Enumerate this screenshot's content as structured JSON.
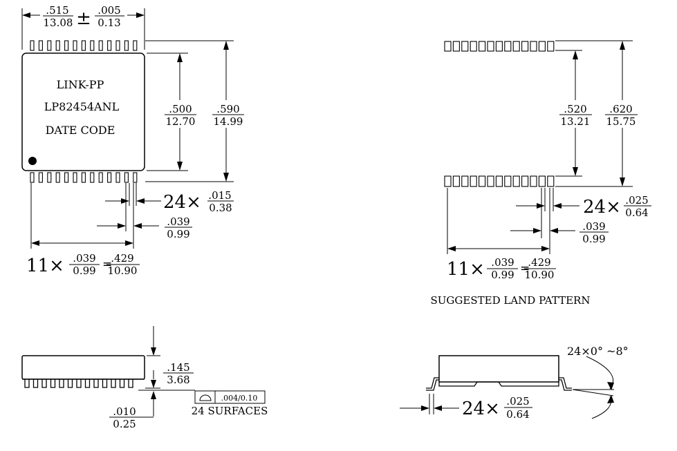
{
  "top_view": {
    "width_in": ".515",
    "width_pm": "±",
    "width_tol_in": ".005",
    "width_mm": "13.08",
    "width_tol_mm": "0.13",
    "marking_line1": "LINK-PP",
    "marking_line2": "LP82454ANL",
    "marking_line3": "DATE CODE",
    "body_height_in": ".500",
    "body_height_mm": "12.70",
    "overall_height_in": ".590",
    "overall_height_mm": "14.99",
    "pin_width_mult": "24×",
    "pin_width_in": ".015",
    "pin_width_mm": "0.38",
    "pitch_in": ".039",
    "pitch_mm": "0.99",
    "span_mult": "11×",
    "span_pitch_in": ".039",
    "span_pitch_mm": "0.99",
    "span_eq": "=",
    "span_total_in": ".429",
    "span_total_mm": "10.90"
  },
  "land_pattern": {
    "inner_in": ".520",
    "inner_mm": "13.21",
    "outer_in": ".620",
    "outer_mm": "15.75",
    "pad_width_mult": "24×",
    "pad_width_in": ".025",
    "pad_width_mm": "0.64",
    "pitch_in": ".039",
    "pitch_mm": "0.99",
    "span_mult": "11×",
    "span_pitch_in": ".039",
    "span_pitch_mm": "0.99",
    "span_eq": "=",
    "span_total_in": ".429",
    "span_total_mm": "10.90",
    "caption": "SUGGESTED LAND PATTERN"
  },
  "side_view": {
    "height_in": ".145",
    "height_mm": "3.68",
    "standoff_in": ".010",
    "standoff_mm": "0.25",
    "coplanarity": ".004/0.10",
    "surfaces": "24 SURFACES"
  },
  "end_view": {
    "angle": "24×0° ~8°",
    "lead_mult": "24×",
    "lead_in": ".025",
    "lead_mm": "0.64"
  }
}
